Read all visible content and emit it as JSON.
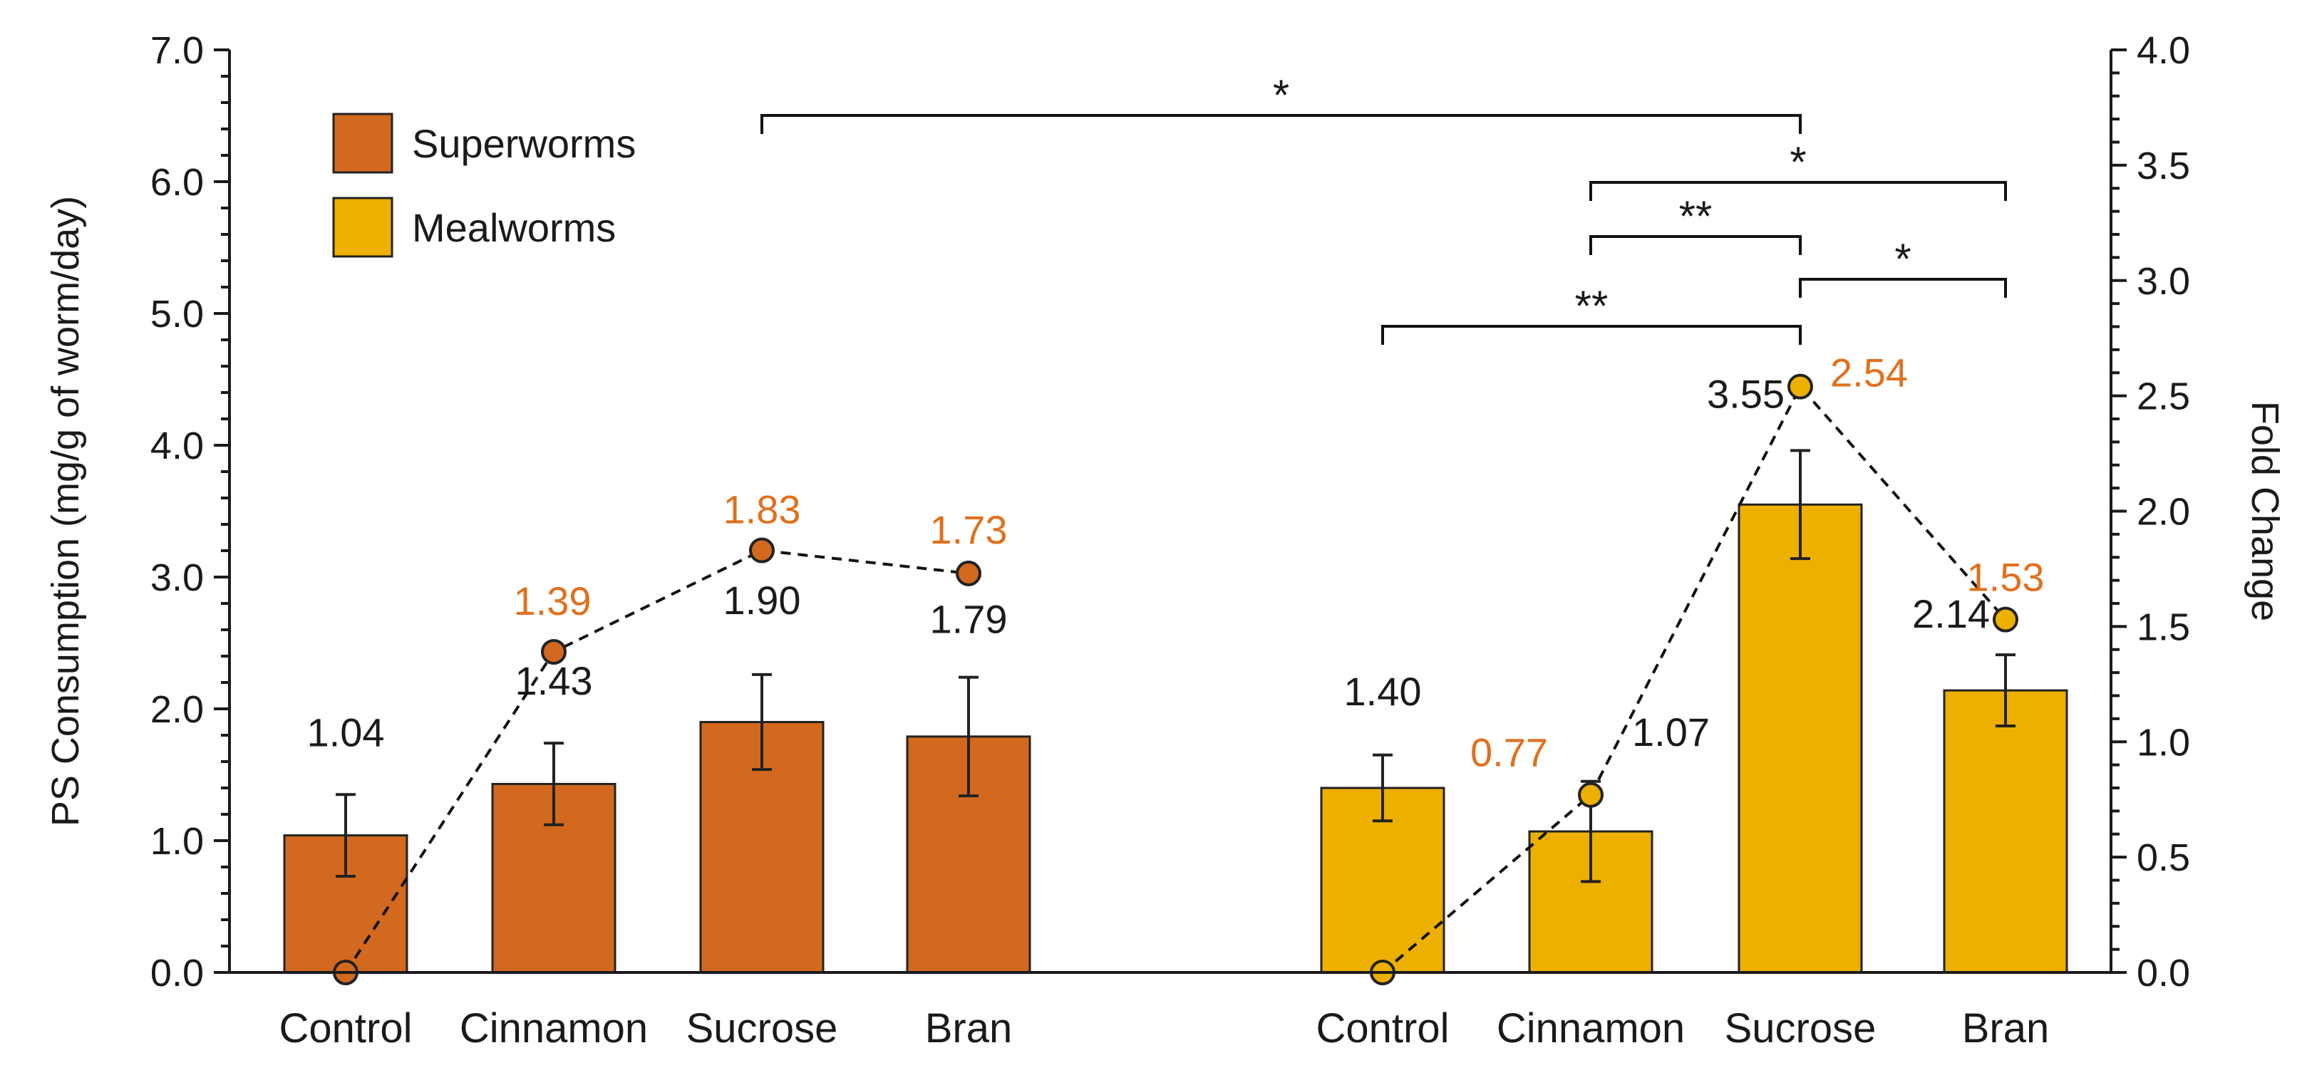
{
  "chart_data": {
    "type": "bar",
    "groups": [
      "Superworms",
      "Mealworms"
    ],
    "categories": [
      "Control",
      "Cinnamon",
      "Sucrose",
      "Bran"
    ],
    "colors": {
      "Superworms": "#D2691E",
      "Mealworms": "#EDB000",
      "fold_text": "#E0701E",
      "axis": "#1a1a1a"
    },
    "series": [
      {
        "name": "Superworms",
        "values": [
          1.04,
          1.43,
          1.9,
          1.79
        ],
        "value_labels": [
          "1.04",
          "1.43",
          "1.90",
          "1.79"
        ],
        "errors": [
          0.31,
          0.31,
          0.36,
          0.45
        ],
        "fold_change": [
          0.0,
          1.39,
          1.83,
          1.73
        ],
        "fold_labels": [
          "",
          "1.39",
          "1.83",
          "1.73"
        ]
      },
      {
        "name": "Mealworms",
        "values": [
          1.4,
          1.07,
          3.55,
          2.14
        ],
        "value_labels": [
          "1.40",
          "1.07",
          "3.55",
          "2.14"
        ],
        "errors": [
          0.25,
          0.38,
          0.41,
          0.27
        ],
        "fold_change": [
          0.0,
          0.77,
          2.54,
          1.53
        ],
        "fold_labels": [
          "",
          "0.77",
          "2.54",
          "1.53"
        ]
      }
    ],
    "ylabel": "PS Consumption (mg/g of worm/day)",
    "ylim": [
      0,
      7
    ],
    "yticks": [
      "0.0",
      "1.0",
      "2.0",
      "3.0",
      "4.0",
      "5.0",
      "6.0",
      "7.0"
    ],
    "y2label": "Fold Change",
    "y2lim": [
      0,
      4
    ],
    "y2ticks": [
      "0.0",
      "0.5",
      "1.0",
      "1.5",
      "2.0",
      "2.5",
      "3.0",
      "3.5",
      "4.0"
    ],
    "legend": {
      "position": "top-left",
      "entries": [
        "Superworms",
        "Mealworms"
      ]
    },
    "significance": [
      {
        "from": "Superworms/Sucrose",
        "to": "Mealworms/Sucrose",
        "label": "*"
      },
      {
        "from": "Mealworms/Cinnamon",
        "to": "Mealworms/Bran",
        "label": "*"
      },
      {
        "from": "Mealworms/Cinnamon",
        "to": "Mealworms/Sucrose",
        "label": "**"
      },
      {
        "from": "Mealworms/Sucrose",
        "to": "Mealworms/Bran",
        "label": "*"
      },
      {
        "from": "Mealworms/Control",
        "to": "Mealworms/Sucrose",
        "label": "**"
      }
    ]
  }
}
